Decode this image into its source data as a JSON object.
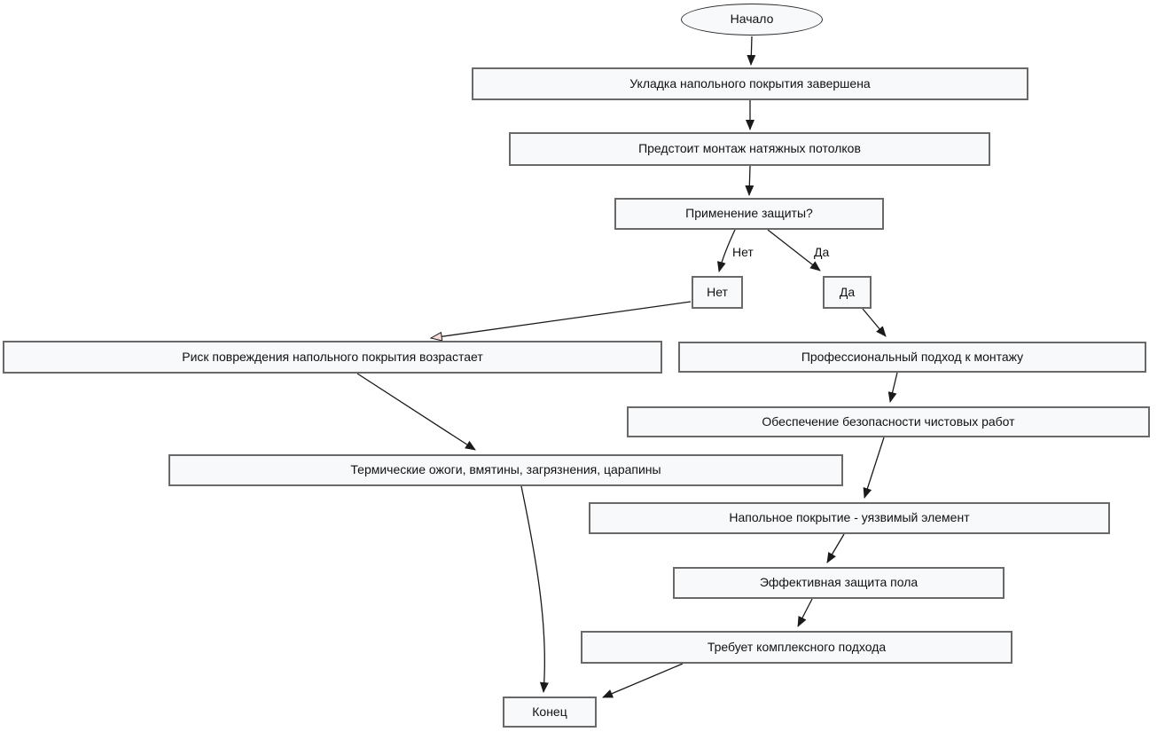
{
  "diagram": {
    "type": "flowchart",
    "direction": "top-down",
    "language": "ru"
  },
  "colors": {
    "background": "#ffffff",
    "node_fill": "#f8f9fb",
    "node_border": "#696969",
    "ellipse_border": "#2b2b2b",
    "edge_line": "#1a1a1a",
    "open_arrow_fill": "#f8dcdc",
    "text": "#111111"
  },
  "nodes": {
    "start": {
      "label": "Начало",
      "shape": "ellipse"
    },
    "step1": {
      "label": "Укладка напольного покрытия завершена",
      "shape": "rect"
    },
    "step2": {
      "label": "Предстоит монтаж натяжных потолков",
      "shape": "rect"
    },
    "decision": {
      "label": "Применение защиты?",
      "shape": "rect"
    },
    "no": {
      "label": "Нет",
      "shape": "rect"
    },
    "yes": {
      "label": "Да",
      "shape": "rect"
    },
    "risk": {
      "label": "Риск повреждения напольного покрытия возрастает",
      "shape": "rect"
    },
    "professional": {
      "label": "Профессиональный подход к монтажу",
      "shape": "rect"
    },
    "safety": {
      "label": "Обеспечение безопасности чистовых работ",
      "shape": "rect"
    },
    "damage": {
      "label": "Термические ожоги, вмятины, загрязнения, царапины",
      "shape": "rect"
    },
    "vulnerable": {
      "label": "Напольное покрытие - уязвимый элемент",
      "shape": "rect"
    },
    "protection": {
      "label": "Эффективная защита пола",
      "shape": "rect"
    },
    "complex": {
      "label": "Требует комплексного подхода",
      "shape": "rect"
    },
    "end": {
      "label": "Конец",
      "shape": "rect"
    }
  },
  "edge_labels": {
    "no": "Нет",
    "yes": "Да"
  },
  "edges": [
    {
      "from": "start",
      "to": "step1",
      "arrow": "filled"
    },
    {
      "from": "step1",
      "to": "step2",
      "arrow": "filled"
    },
    {
      "from": "step2",
      "to": "decision",
      "arrow": "filled"
    },
    {
      "from": "decision",
      "to": "no",
      "arrow": "filled",
      "label": "Нет"
    },
    {
      "from": "decision",
      "to": "yes",
      "arrow": "filled",
      "label": "Да"
    },
    {
      "from": "no",
      "to": "risk",
      "arrow": "open"
    },
    {
      "from": "yes",
      "to": "professional",
      "arrow": "filled"
    },
    {
      "from": "risk",
      "to": "damage",
      "arrow": "filled"
    },
    {
      "from": "professional",
      "to": "safety",
      "arrow": "filled"
    },
    {
      "from": "safety",
      "to": "vulnerable",
      "arrow": "filled"
    },
    {
      "from": "vulnerable",
      "to": "protection",
      "arrow": "filled"
    },
    {
      "from": "protection",
      "to": "complex",
      "arrow": "filled"
    },
    {
      "from": "damage",
      "to": "end",
      "arrow": "filled"
    },
    {
      "from": "complex",
      "to": "end",
      "arrow": "filled"
    }
  ]
}
